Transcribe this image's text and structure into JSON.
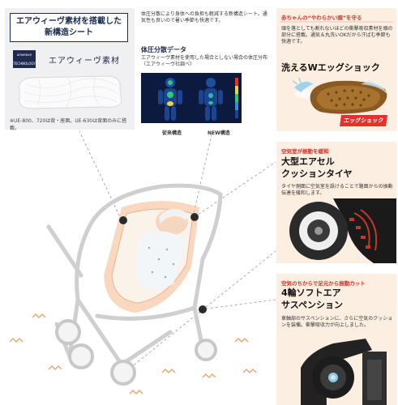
{
  "airweave": {
    "headline_1": "エアウィーヴ素材を搭載した",
    "headline_2": "新構造シート",
    "logo_line1": "airweave",
    "logo_line2": "TECHNOLOGY",
    "material_label": "エアウィーヴ素材",
    "note": "※UE-800、720は背・座面。UE-630は背面のみに搭載。"
  },
  "pressure": {
    "description": "体圧分散により身体への負担も軽減する新構造シート。通気性も良いので暑い季節も快適です。",
    "data_title": "体圧分散データ",
    "data_desc": "エアウィーヴ素材を使用した場合としない場合の体圧分布（エアウィーヴ社調べ）",
    "label_old": "従来構造",
    "label_new": "NEW構造"
  },
  "egg_shock": {
    "intro": "赤ちゃんの“やわらかい頭”を守る",
    "title": "洗えるWエッグショック",
    "body": "頭を落としても割れないほどの衝撃吸収素材を頭の部分に搭載。通気＆丸洗いOKだから汗ばむ季節も快適です。",
    "badge": "エッグショック"
  },
  "air_cell": {
    "intro": "空気室が振動を緩和",
    "title_1": "大型エアセル",
    "title_2": "クッションタイヤ",
    "body": "タイヤ側面に空気室を設けることで路面からの振動伝達を緩和します。"
  },
  "suspension": {
    "intro": "空気のちからで足元から振動カット",
    "title_1": "4輪ソフトエア",
    "title_2": "サスペンション",
    "body": "車軸部のサスペンションに、さらに空気のクッションを装備。衝撃吸収力が向上しました。"
  }
}
